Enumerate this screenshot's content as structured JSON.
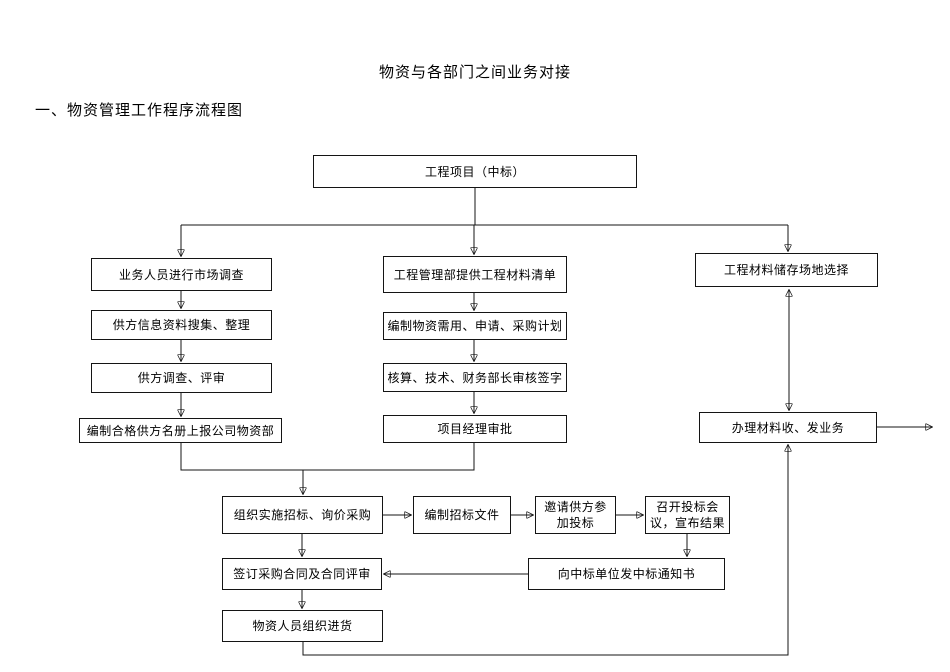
{
  "title": "物资与各部门之间业务对接",
  "heading": "一、物资管理工作程序流程图",
  "nodes": {
    "project": "工程项目（中标）",
    "market_survey": "业务人员进行市场调查",
    "supplier_info": "供方信息资料搜集、整理",
    "supplier_review": "供方调查、评审",
    "roster": "编制合格供方名册上报公司物资部",
    "material_list": "工程管理部提供工程材料清单",
    "purchase_plan": "编制物资需用、申请、采购计划",
    "audit_sign": "核算、技术、财务部长审核签字",
    "manager_approve": "项目经理审批",
    "storage_site": "工程材料储存场地选择",
    "receive_dispatch": "办理材料收、发业务",
    "tendering": "组织实施招标、询价采购",
    "tender_docs": "编制招标文件",
    "invite_lines": [
      "邀请供方参",
      "加投标"
    ],
    "meeting_lines": [
      "召开投标会",
      "议，宣布结果"
    ],
    "sign_contract": "签订采购合同及合同评审",
    "award_notice": "向中标单位发中标通知书",
    "organize_goods": "物资人员组织进货"
  }
}
